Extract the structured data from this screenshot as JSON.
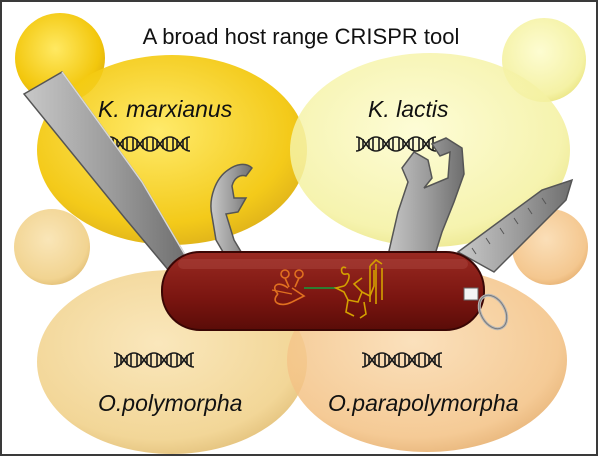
{
  "title": "A broad host range CRISPR tool",
  "species": [
    {
      "name": "K. marxianus",
      "fill": "#f2c400"
    },
    {
      "name": "K. lactis",
      "fill": "#f4f1a0"
    },
    {
      "name": "O.polymorpha",
      "fill": "#f0cf85"
    },
    {
      "name": "O.parapolymorpha",
      "fill": "#f3c183"
    }
  ],
  "icons": {
    "dna": "dna-helix-icon",
    "tool": "swiss-army-knife-icon",
    "guide_rna": "guide-rna-icon",
    "cas9": "cas9-protein-icon"
  },
  "colors": {
    "knife_handle": "#7a1510",
    "blade": "#9a9a9a",
    "rna": "#e07020",
    "cas9": "#d4a000",
    "linker": "#2e7d32"
  }
}
